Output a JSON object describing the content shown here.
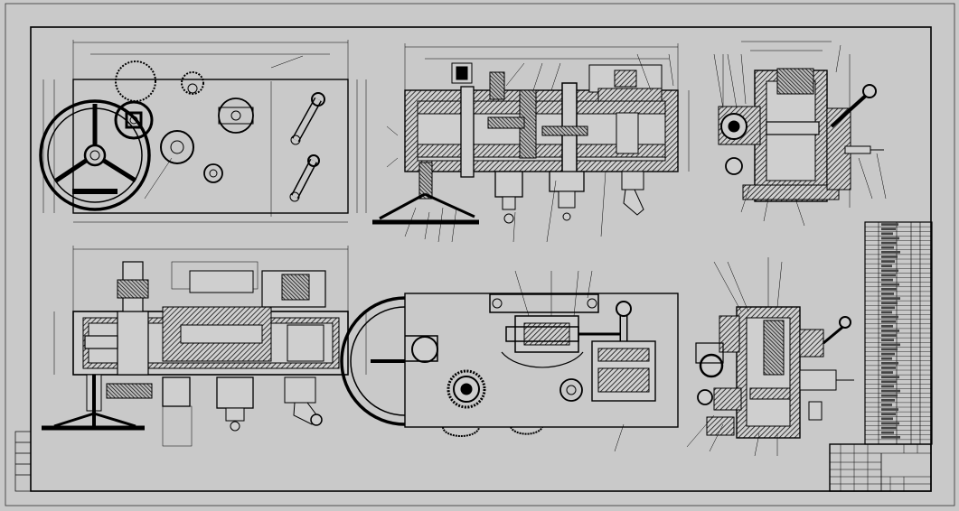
{
  "drawing": {
    "background": "#c9c9c9",
    "line_color": "#111111",
    "hatch_color": "#222222"
  },
  "views": [
    {
      "name": "front-view-top-left",
      "icon": "handwheel-front-elevation"
    },
    {
      "name": "section-view-top-middle",
      "icon": "gearbox-longitudinal-section"
    },
    {
      "name": "side-section-top-right",
      "icon": "gearbox-side-section"
    },
    {
      "name": "top-view-bottom-left",
      "icon": "gearbox-top-view"
    },
    {
      "name": "plan-view-bottom-middle",
      "icon": "gearbox-plan-view"
    },
    {
      "name": "side-section-bottom-right",
      "icon": "gearbox-side-section-b"
    }
  ],
  "parts_list": {
    "rows": 48
  },
  "title_block": {}
}
